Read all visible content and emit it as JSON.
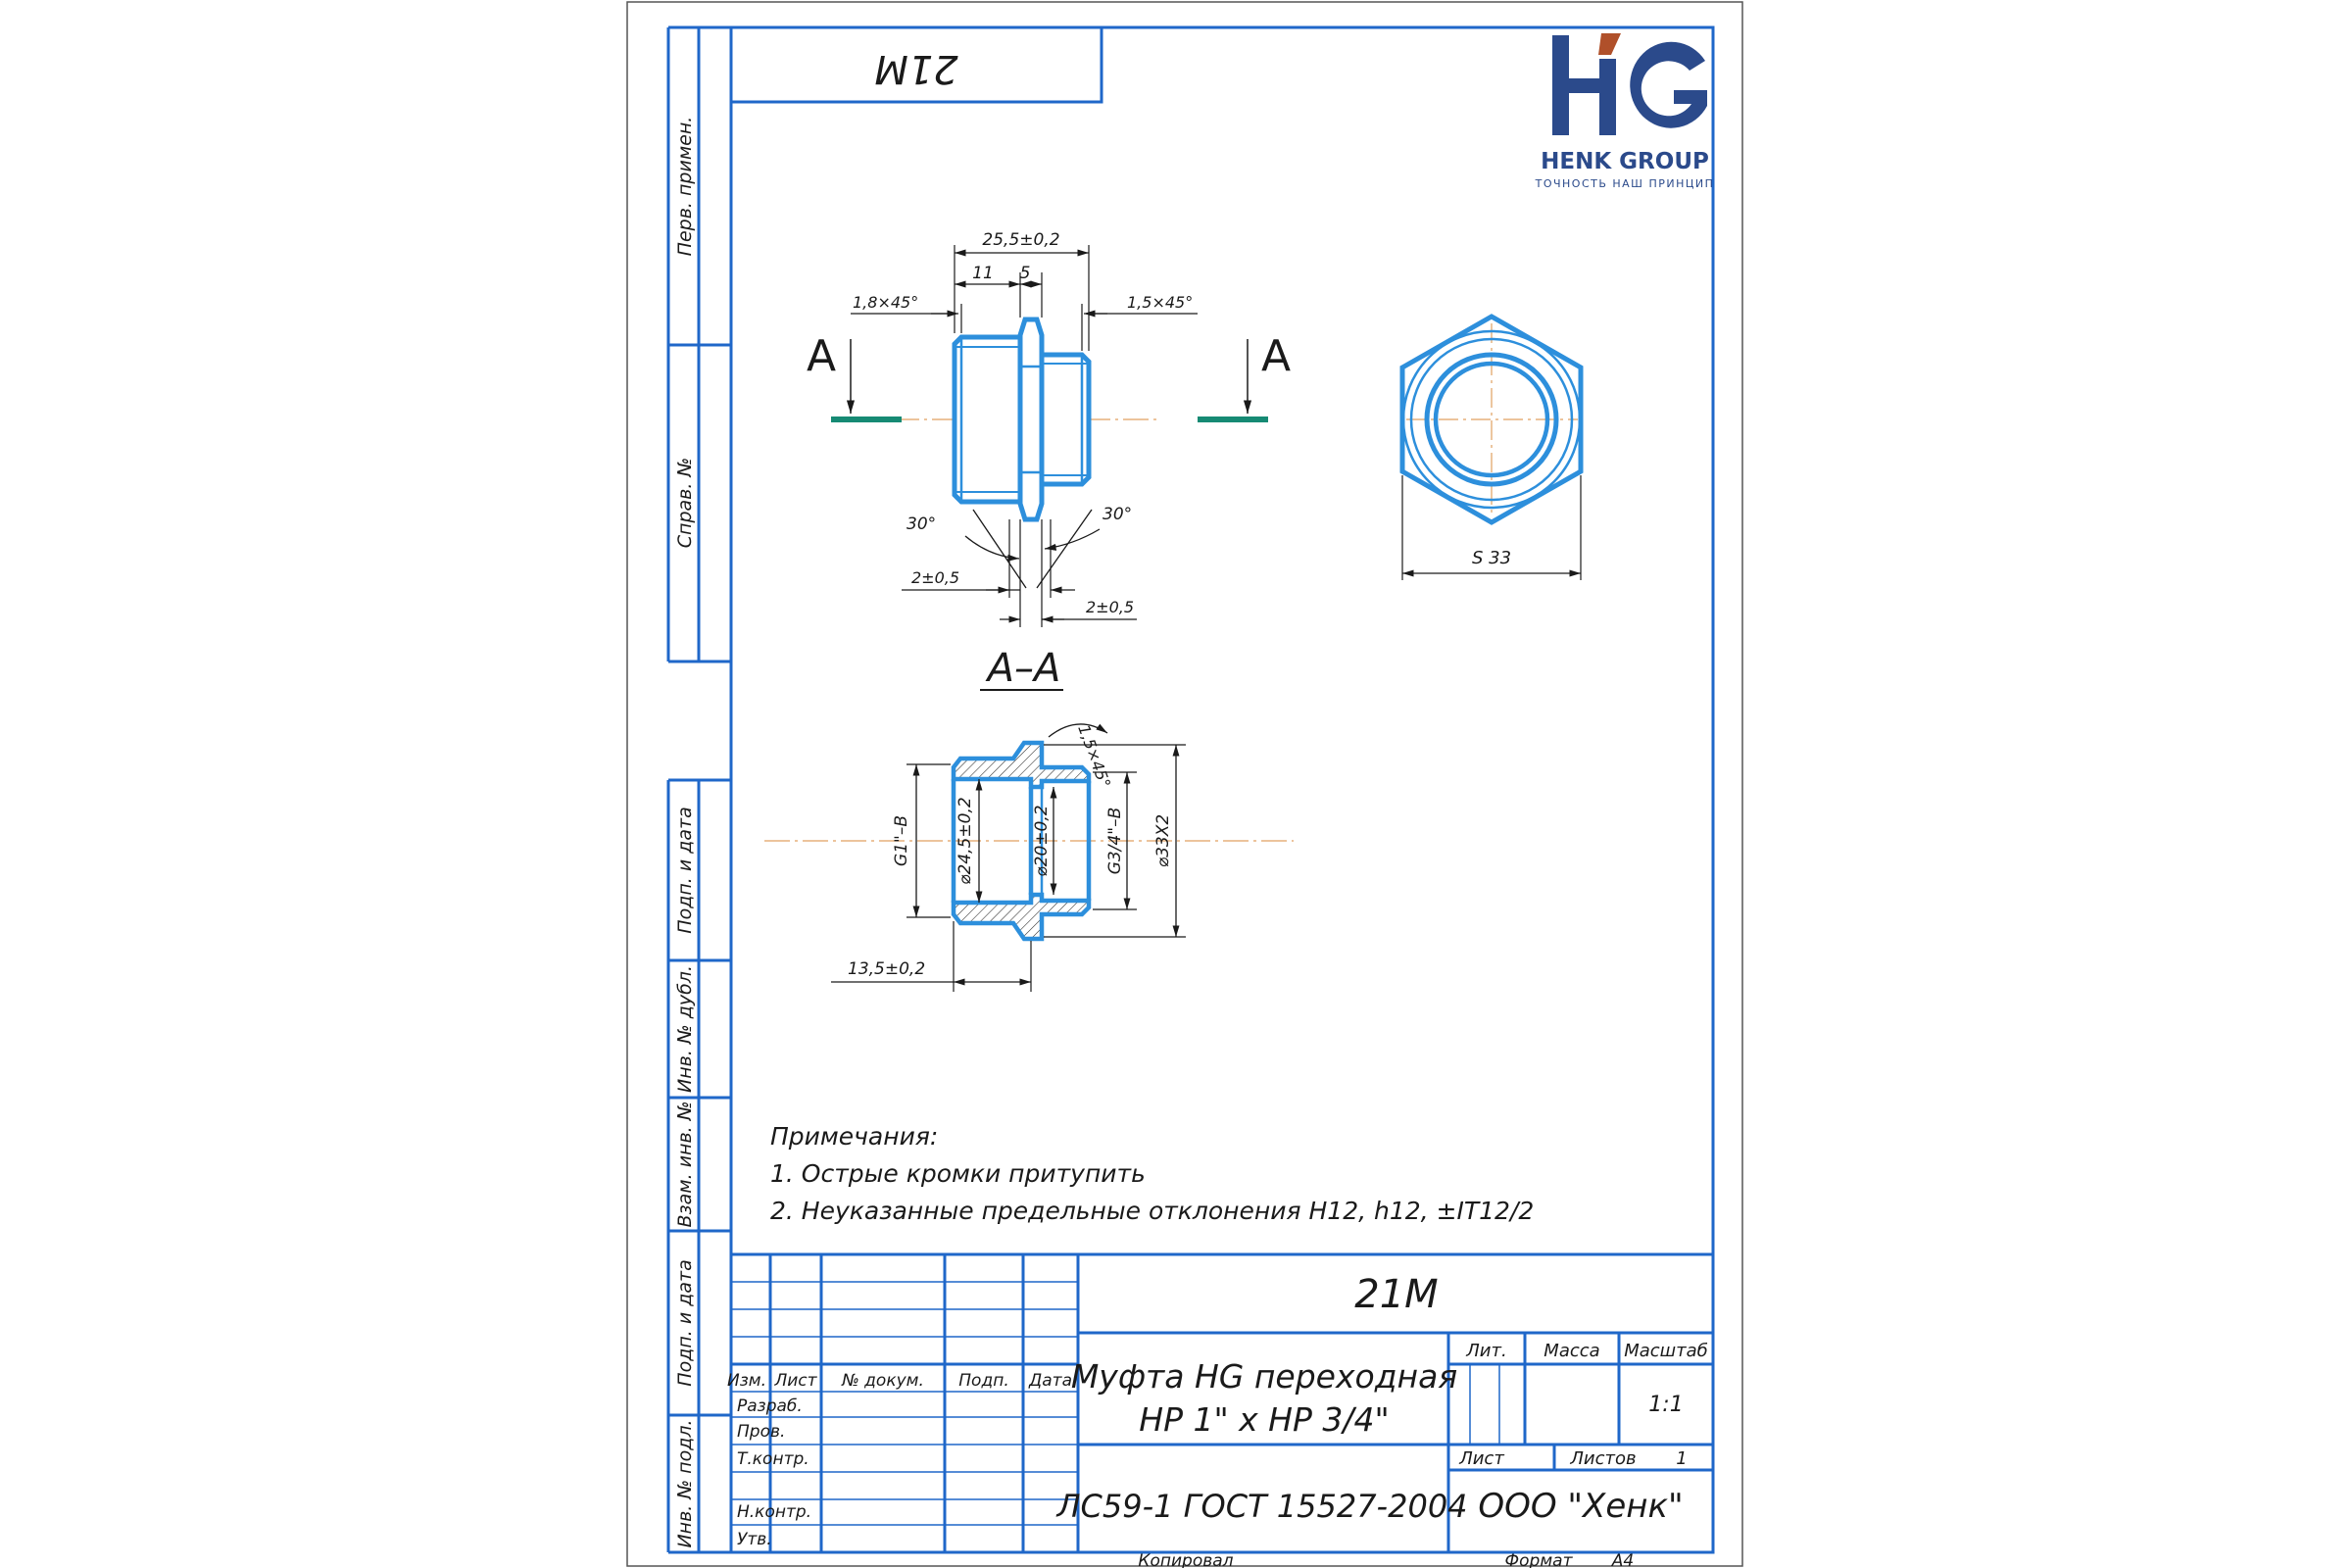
{
  "doc_code": "21M",
  "doc_code_rotated": "21M",
  "logo": {
    "letters": "HG",
    "company": "HENK GROUP",
    "tagline": "ТОЧНОСТЬ НАШ ПРИНЦИП",
    "colors": {
      "navy": "#2b4a8b",
      "accent": "#b0502a"
    }
  },
  "side_labels": {
    "perv_primen": "Перв. примен.",
    "sprav_no": "Справ. №",
    "podp_data_1": "Подп. и дата",
    "inv_dubl": "Инв. № дубл.",
    "vzam_inv": "Взам. инв. №",
    "podp_data_2": "Подп. и дата",
    "inv_podl": "Инв. № подл."
  },
  "dimensions": {
    "overall_length": "25,5±0,2",
    "seg_left": "11",
    "seg_mid": "5",
    "chamfer_left": "1,8×45°",
    "chamfer_right": "1,5×45°",
    "angle_left": "30°",
    "angle_right": "30°",
    "groove_left": "2±0,5",
    "groove_right": "2±0,5",
    "hex_size": "S 33",
    "chamfer_section": "1,5×45°",
    "thread_large": "G1\"–B",
    "bore_large": "⌀24,5±0,2",
    "bore_small": "⌀20±0,2",
    "thread_small": "G3/4\"–B",
    "outer_dia": "⌀33X2",
    "length_section": "13,5±0,2"
  },
  "section": {
    "cut_letter_left": "A",
    "cut_letter_right": "A",
    "title": "А–А"
  },
  "notes": {
    "heading": "Примечания:",
    "items": [
      "1. Острые кромки притупить",
      "2. Неуказанные предельные отклонения H12, h12, ±IT12/2"
    ]
  },
  "title_block": {
    "code": "21M",
    "name_line1": "Муфта HG переходная",
    "name_line2": "НР 1\" х НР 3/4\"",
    "material": "ЛС59-1 ГОСТ 15527-2004",
    "company": "ООО \"Хенк\"",
    "col_izm": "Изм.",
    "col_list": "Лист",
    "col_doc": "№ докум.",
    "col_podp": "Подп.",
    "col_data": "Дата",
    "row_razrab": "Разраб.",
    "row_prov": "Пров.",
    "row_tkontr": "Т.контр.",
    "row_nkontr": "Н.контр.",
    "row_utv": "Утв.",
    "lit": "Лит.",
    "massa": "Масса",
    "masshtab": "Масштаб",
    "scale_value": "1:1",
    "list_label": "Лист",
    "listov_label": "Листов",
    "listov_value": "1"
  },
  "footer": {
    "copied": "Копировал",
    "format_label": "Формат",
    "format_value": "А4"
  },
  "colors": {
    "frame": "#1f67c9",
    "part": "#2d8fdc",
    "dim_line": "#1a1a1a",
    "cut_line": "#168a74",
    "axis": "#e0a060"
  }
}
